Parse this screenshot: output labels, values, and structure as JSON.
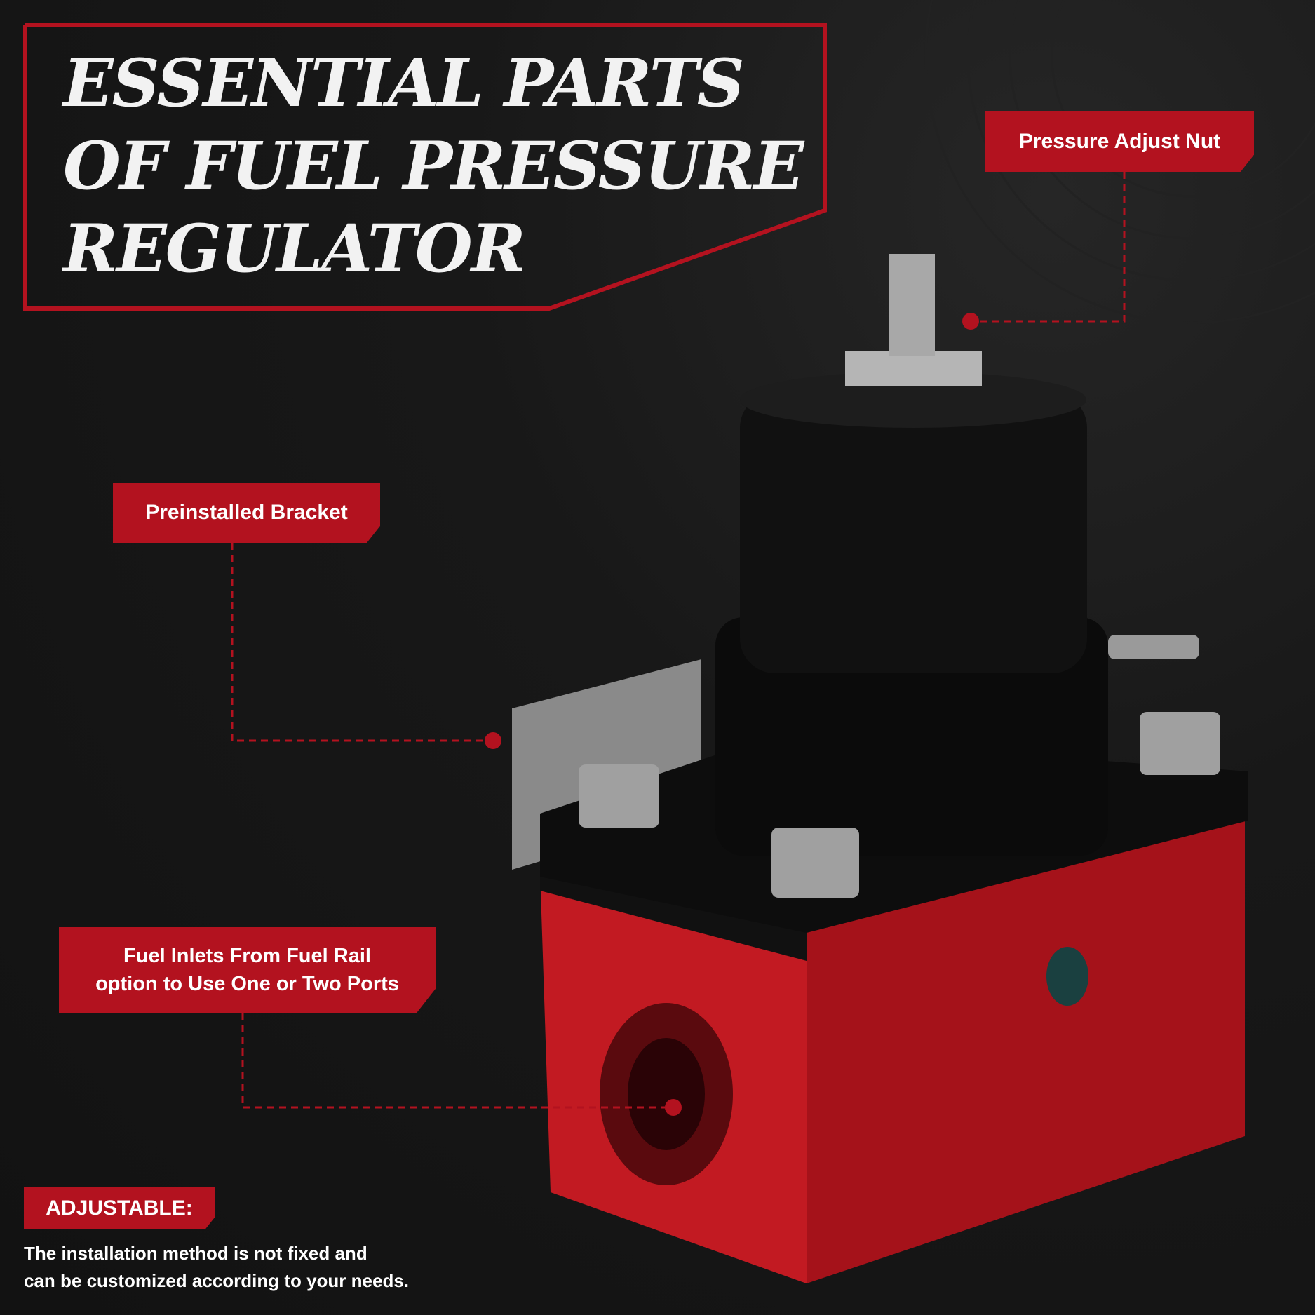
{
  "title": {
    "line1": "ESSENTIAL PARTS",
    "line2": "OF FUEL PRESSURE",
    "line3": "REGULATOR"
  },
  "callouts": {
    "pressure_adjust_nut": "Pressure Adjust Nut",
    "preinstalled_bracket": "Preinstalled Bracket",
    "fuel_inlets_line1": "Fuel Inlets From Fuel Rail",
    "fuel_inlets_line2": "option to Use One or Two Ports"
  },
  "feature": {
    "label": "ADJUSTABLE:",
    "line1": "The installation method is not fixed and",
    "line2": "can be customized according to your needs."
  },
  "colors": {
    "accent": "#b3121f",
    "background": "#141414"
  }
}
